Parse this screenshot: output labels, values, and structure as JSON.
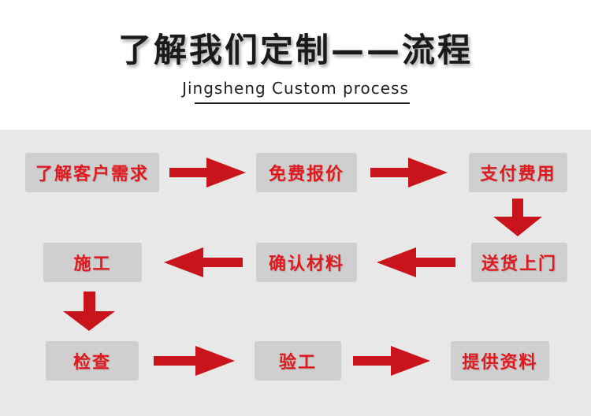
{
  "header": {
    "title": "了解我们定制——流程",
    "subtitle": "Jingsheng Custom process"
  },
  "colors": {
    "arrow": "#c8141a",
    "box_bg": "#cfcfcf",
    "panel_bg": "#e8e8e8",
    "text": "#e0191e"
  },
  "steps": [
    {
      "label": "了解客户需求"
    },
    {
      "label": "免费报价"
    },
    {
      "label": "支付费用"
    },
    {
      "label": "送货上门"
    },
    {
      "label": "确认材料"
    },
    {
      "label": "施工"
    },
    {
      "label": "检查"
    },
    {
      "label": "验工"
    },
    {
      "label": "提供资料"
    }
  ]
}
